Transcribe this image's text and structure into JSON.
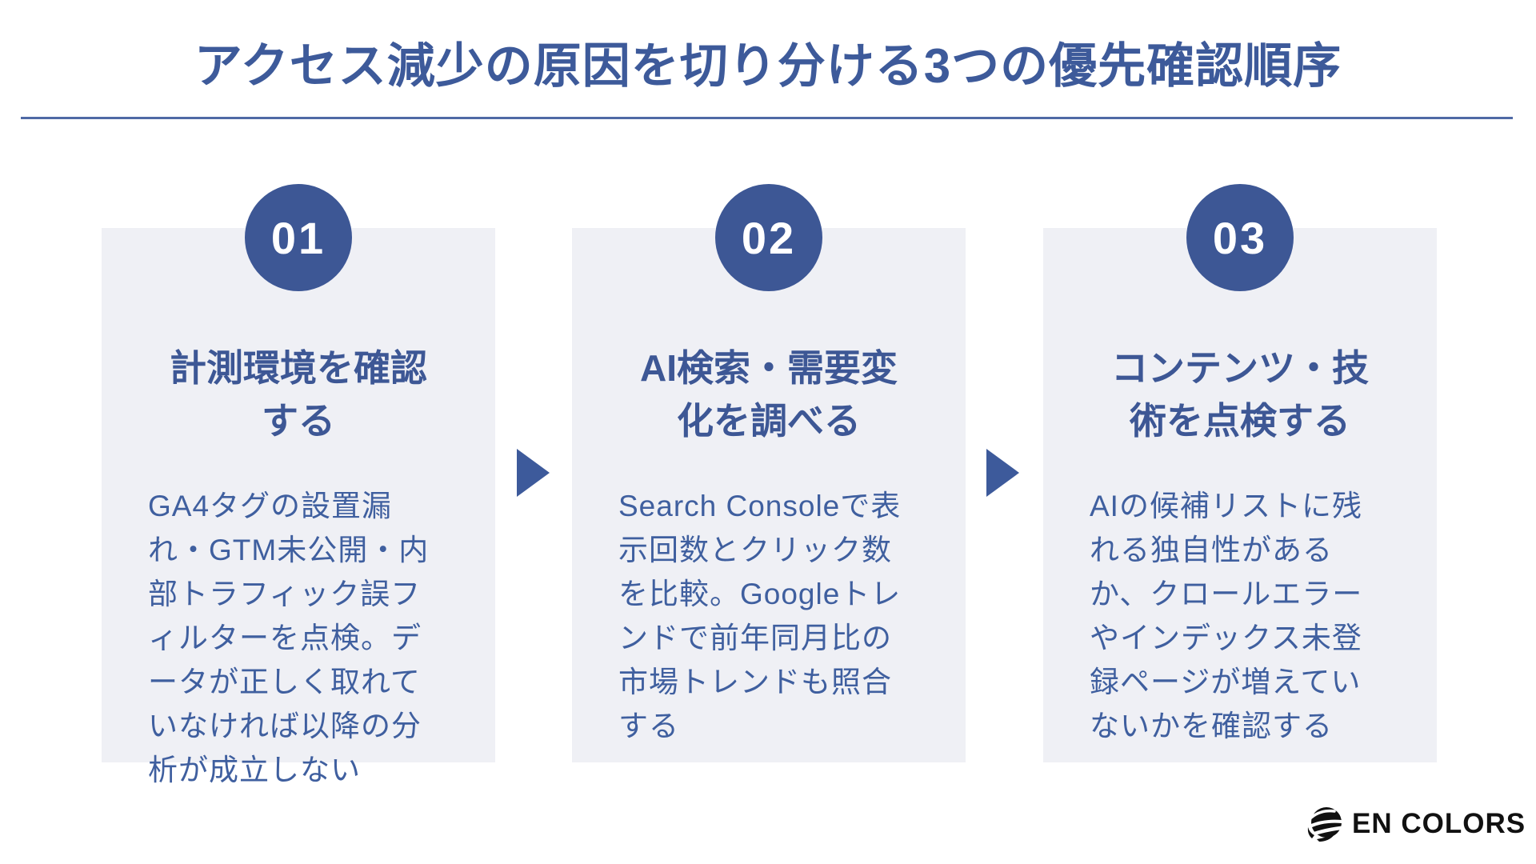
{
  "title": "アクセス減少の原因を切り分ける3つの優先確認順序",
  "colors": {
    "accent": "#3d5795",
    "heading": "#3d5a9a",
    "card_bg": "#eff0f5",
    "body_text": "#3f5f9f",
    "divider": "#4f69a5",
    "arrow": "#3d5a9b",
    "logo_black": "#111111"
  },
  "steps": [
    {
      "number": "01",
      "title": "計測環境を確認する",
      "title_lines": [
        "計測環境を確認",
        "する"
      ],
      "body": "GA4タグの設置漏れ・GTM未公開・内部トラフィック誤フィルターを点検。データが正しく取れていなければ以降の分析が成立しない"
    },
    {
      "number": "02",
      "title": "AI検索・需要変化を調べる",
      "title_lines": [
        "AI検索・需要変",
        "化を調べる"
      ],
      "body": "Search Consoleで表示回数とクリック数を比較。Googleトレンドで前年同月比の市場トレンドも照合する"
    },
    {
      "number": "03",
      "title": "コンテンツ・技術を点検する",
      "title_lines": [
        "コンテンツ・技",
        "術を点検する"
      ],
      "body": "AIの候補リストに残れる独自性があるか、クロールエラーやインデックス未登録ページが増えていないかを確認する"
    }
  ],
  "logo": {
    "icon": "globe-swirl-icon",
    "text": "EN COLORS"
  }
}
